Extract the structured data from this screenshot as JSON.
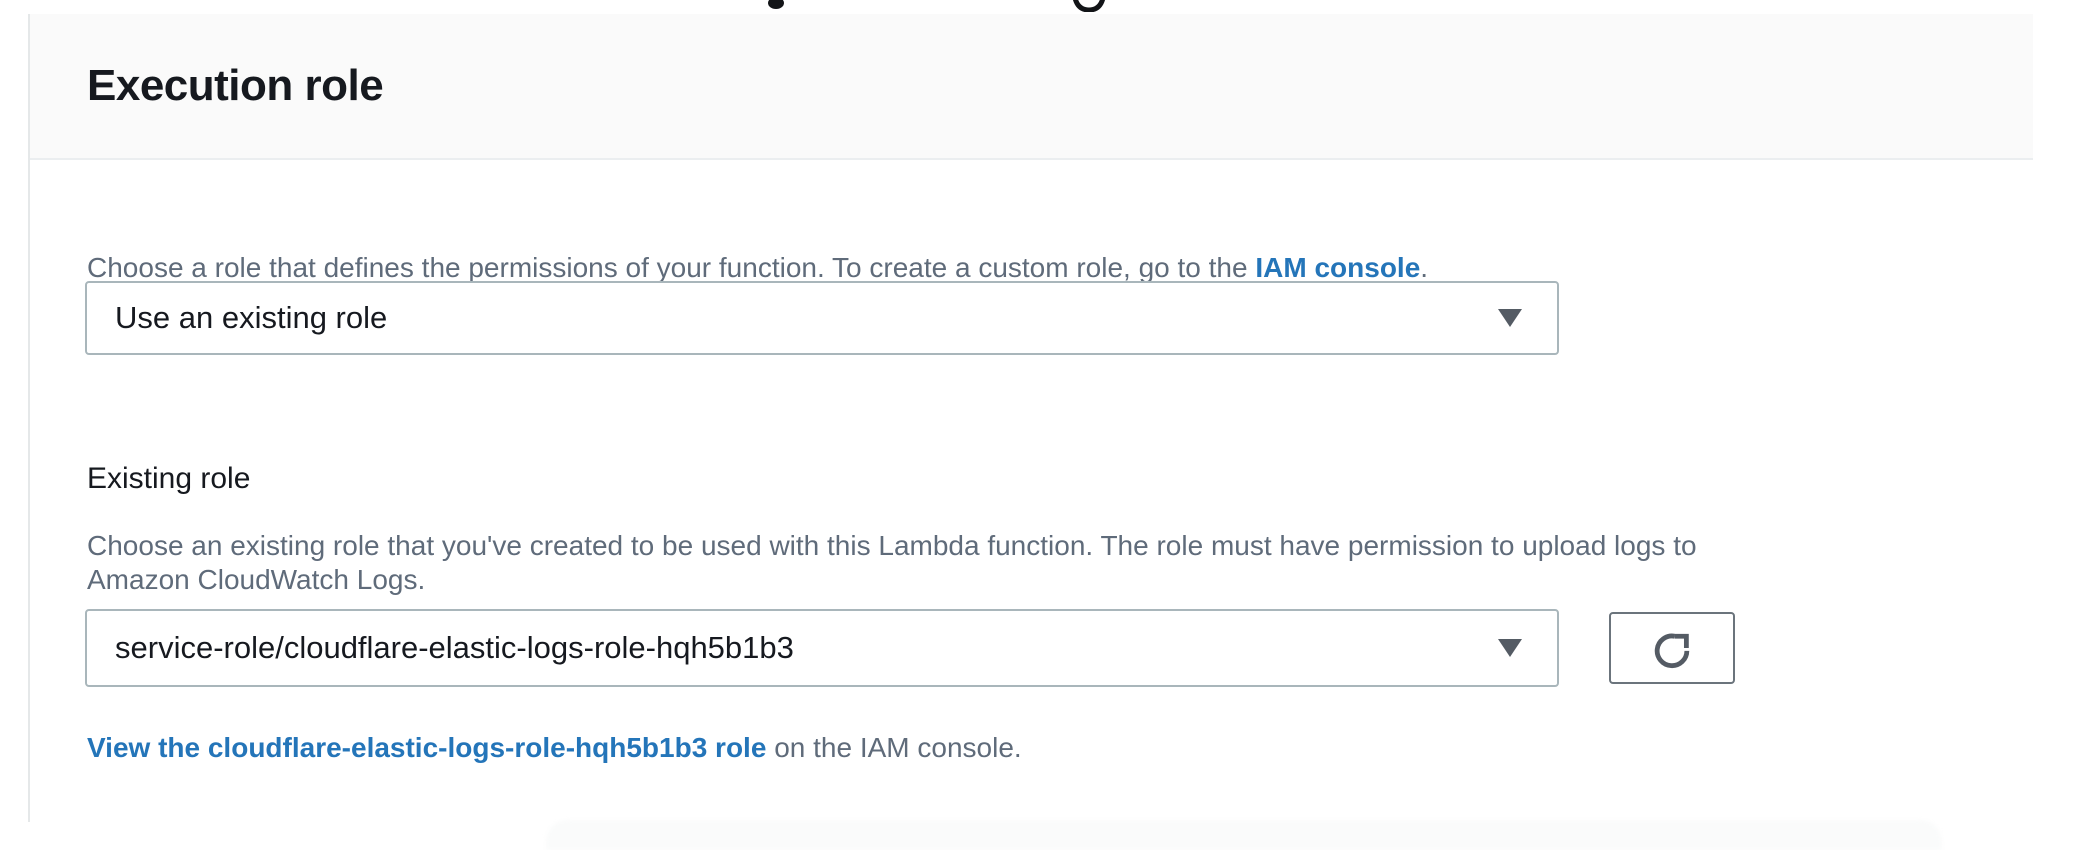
{
  "header": {
    "title": "Execution role"
  },
  "role_config": {
    "intro_text": "Choose a role that defines the permissions of your function. To create a custom role, go to the ",
    "intro_link_label": "IAM console",
    "intro_suffix": ".",
    "role_source_select": {
      "value": "Use an existing role"
    }
  },
  "existing_role": {
    "label": "Existing role",
    "help_line_1": "Choose an existing role that you've created to be used with this Lambda function. The role must have permission to upload logs to",
    "help_line_2": "Amazon CloudWatch Logs.",
    "role_select": {
      "value": "service-role/cloudflare-elastic-logs-role-hqh5b1b3"
    },
    "view_link_label": "View the cloudflare-elastic-logs-role-hqh5b1b3 role",
    "view_link_suffix": " on the IAM console."
  },
  "icons": {
    "select_caret": "caret-down",
    "refresh": "refresh"
  },
  "colors": {
    "link_blue": "#2475b9",
    "text_primary": "#16191f",
    "text_secondary": "#5f6b7a",
    "header_bg": "#fafafa",
    "divider": "#ebeef0",
    "select_border": "#a9b6bb",
    "button_border": "#6b747c"
  }
}
